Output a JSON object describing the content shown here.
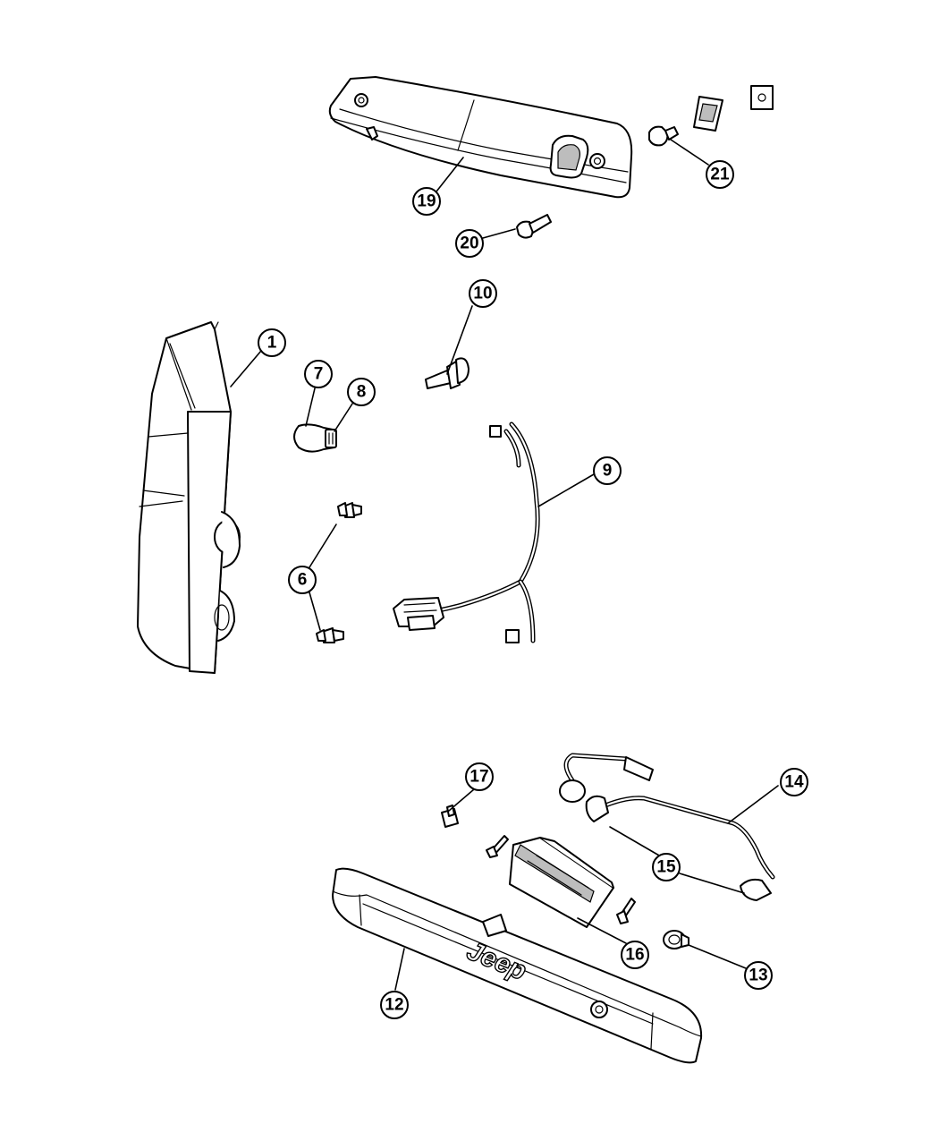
{
  "diagram": {
    "callouts": [
      {
        "id": "callout-1",
        "label": "1"
      },
      {
        "id": "callout-6a",
        "label": "6"
      },
      {
        "id": "callout-7",
        "label": "7"
      },
      {
        "id": "callout-8",
        "label": "8"
      },
      {
        "id": "callout-9",
        "label": "9"
      },
      {
        "id": "callout-10",
        "label": "10"
      },
      {
        "id": "callout-12",
        "label": "12"
      },
      {
        "id": "callout-13",
        "label": "13"
      },
      {
        "id": "callout-14",
        "label": "14"
      },
      {
        "id": "callout-15",
        "label": "15"
      },
      {
        "id": "callout-16",
        "label": "16"
      },
      {
        "id": "callout-17",
        "label": "17"
      },
      {
        "id": "callout-19",
        "label": "19"
      },
      {
        "id": "callout-20",
        "label": "20"
      },
      {
        "id": "callout-21",
        "label": "21"
      }
    ],
    "logo_text": "Jeep"
  }
}
